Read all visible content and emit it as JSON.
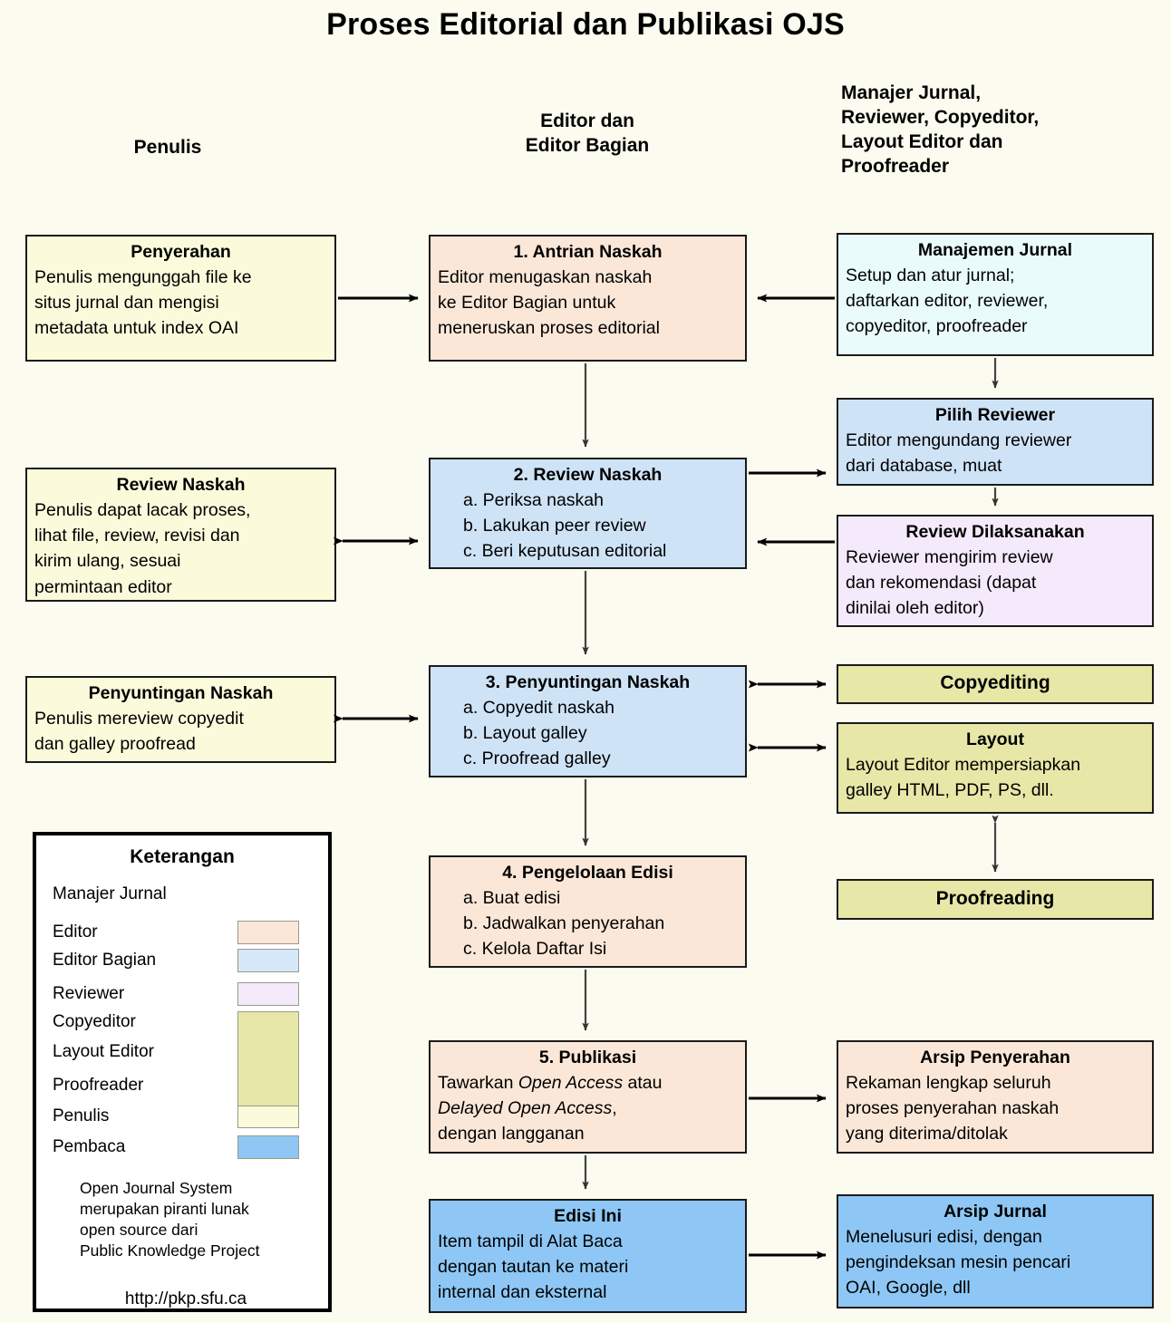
{
  "title": "Proses Editorial dan Publikasi OJS",
  "columns": {
    "author": "Penulis",
    "editor": "Editor dan\nEditor Bagian",
    "editor_l1": "Editor dan",
    "editor_l2": "Editor Bagian",
    "others_l1": "Manajer Jurnal,",
    "others_l2": "Reviewer, Copyeditor,",
    "others_l3": "Layout Editor dan",
    "others_l4": "Proofreader"
  },
  "boxes": {
    "penyerahan": {
      "title": "Penyerahan",
      "l1": "Penulis mengunggah file ke",
      "l2": "situs jurnal dan mengisi",
      "l3": "metadata untuk index OAI",
      "color": "#fbfbdc",
      "role": "Penulis"
    },
    "antrian": {
      "title": "1. Antrian Naskah",
      "l1": "Editor menugaskan naskah",
      "l2": "ke Editor Bagian untuk",
      "l3": "meneruskan proses editorial",
      "color": "#fbe7d8",
      "role": "Editor"
    },
    "manajemen": {
      "title": "Manajemen Jurnal",
      "l1": "Setup dan atur jurnal;",
      "l2": "daftarkan editor, reviewer,",
      "l3": "copyeditor, proofreader",
      "color": "#eafbfb",
      "role": "Manajer Jurnal"
    },
    "pilih_reviewer": {
      "title": "Pilih Reviewer",
      "l1": "Editor mengundang reviewer",
      "l2": "dari database, muat",
      "color": "#cfe3f7",
      "role": "Editor Bagian"
    },
    "review_naskah_penulis": {
      "title": "Review Naskah",
      "l1": "Penulis dapat lacak proses,",
      "l2": "lihat file, review, revisi dan",
      "l3": "kirim ulang, sesuai",
      "l4": "permintaan editor",
      "color": "#fbfbdc",
      "role": "Penulis"
    },
    "review_naskah": {
      "title": "2. Review Naskah",
      "a": "a. Periksa naskah",
      "b": "b. Lakukan peer review",
      "c": "c. Beri keputusan editorial",
      "color": "#cfe3f7",
      "role": "Editor Bagian"
    },
    "review_dilaksanakan": {
      "title": "Review Dilaksanakan",
      "l1": "Reviewer mengirim review",
      "l2": "dan rekomendasi (dapat",
      "l3": "dinilai oleh editor)",
      "color": "#f4eafb",
      "role": "Reviewer"
    },
    "penyuntingan_penulis": {
      "title": "Penyuntingan Naskah",
      "l1": "Penulis mereview copyedit",
      "l2": "dan galley proofread",
      "color": "#fbfbdc",
      "role": "Penulis"
    },
    "penyuntingan": {
      "title": "3. Penyuntingan Naskah",
      "a": "a. Copyedit naskah",
      "b": "b. Layout galley",
      "c": "c. Proofread galley",
      "color": "#cfe3f7",
      "role": "Editor Bagian"
    },
    "copyediting": {
      "title": "Copyediting",
      "color": "#e7e7a8",
      "role": "Copyeditor"
    },
    "layout": {
      "title": "Layout",
      "l1": "Layout Editor mempersiapkan",
      "l2": "galley HTML, PDF, PS, dll.",
      "color": "#e7e7a8",
      "role": "Layout Editor"
    },
    "proofreading": {
      "title": "Proofreading",
      "color": "#e7e7a8",
      "role": "Proofreader"
    },
    "pengelolaan": {
      "title": "4. Pengelolaan Edisi",
      "a": "a. Buat edisi",
      "b": "b. Jadwalkan penyerahan",
      "c": "c. Kelola Daftar Isi",
      "color": "#fbe7d8",
      "role": "Editor"
    },
    "publikasi": {
      "title": "5. Publikasi",
      "l1_pre": "Tawarkan ",
      "l1_em": "Open Access",
      "l1_post": " atau",
      "l2_em": "Delayed Open Access",
      "l2_post": ",",
      "l3": "dengan langganan",
      "color": "#fbe7d8",
      "role": "Editor"
    },
    "arsip_penyerahan": {
      "title": "Arsip Penyerahan",
      "l1": "Rekaman lengkap seluruh",
      "l2": "proses penyerahan naskah",
      "l3": "yang diterima/ditolak",
      "color": "#fbe7d8",
      "role": "Editor"
    },
    "edisi_ini": {
      "title": "Edisi Ini",
      "l1": "Item tampil di Alat Baca",
      "l2": "dengan tautan ke materi",
      "l3": "internal dan eksternal",
      "color": "#8ec7f5",
      "role": "Pembaca"
    },
    "arsip_jurnal": {
      "title": "Arsip Jurnal",
      "l1": "Menelusuri edisi, dengan",
      "l2": "pengindeksan mesin pencari",
      "l3": "OAI, Google, dll",
      "color": "#8ec7f5",
      "role": "Pembaca"
    }
  },
  "legend": {
    "title": "Keterangan",
    "items": [
      {
        "label": "Manajer Jurnal",
        "color": ""
      },
      {
        "label": "Editor",
        "color": "#fbe7d8"
      },
      {
        "label": "Editor Bagian",
        "color": "#d6e8fa"
      },
      {
        "label": "Reviewer",
        "color": "#f4eafb"
      },
      {
        "label": "Copyeditor",
        "color": "#e7e7a8"
      },
      {
        "label": "Layout Editor",
        "color": "#e7e7a8"
      },
      {
        "label": "Proofreader",
        "color": "#e7e7a8"
      },
      {
        "label": "Penulis",
        "color": "#fbfbdc"
      },
      {
        "label": "Pembaca",
        "color": "#8ec7f5"
      }
    ],
    "note_l1": "Open Journal System",
    "note_l2": "merupakan piranti lunak",
    "note_l3": "open source dari",
    "note_l4": "Public Knowledge Project",
    "url": "http://pkp.sfu.ca"
  }
}
